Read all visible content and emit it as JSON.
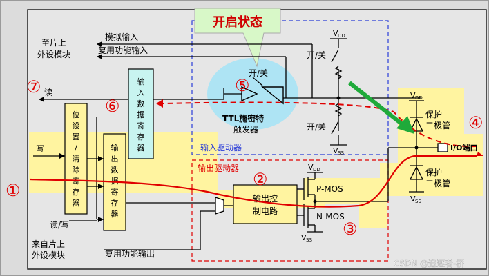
{
  "callout": {
    "text": "开启状态"
  },
  "labels": {
    "analog_input": "模拟输入",
    "alt_func_input": "复用功能输入",
    "alt_func_output": "复用功能输出",
    "from_peripheral_top_1": "至片上",
    "from_peripheral_top_2": "外设模块",
    "from_peripheral_bottom_1": "来自片上",
    "from_peripheral_bottom_2": "外设模块",
    "read": "读",
    "write": "写",
    "read_write": "读/写",
    "switch_top": "开/关",
    "switch_right_top": "开/关",
    "switch_right_bottom": "开/关",
    "ttl_1": "TTL施密特",
    "ttl_2": "触发器",
    "input_driver": "输入驱动器",
    "output_driver": "输出驱动器",
    "input_data_register": [
      "输",
      "入",
      "数",
      "据",
      "寄",
      "存",
      "器"
    ],
    "output_data_register": [
      "输",
      "出",
      "数",
      "据",
      "寄",
      "存",
      "器"
    ],
    "bitset_register": [
      "位",
      "设",
      "置",
      "/",
      "清",
      "除",
      "寄",
      "存",
      "器"
    ],
    "output_control_1": "输出控",
    "output_control_2": "制电路",
    "pmos": "P-MOS",
    "nmos": "N-MOS",
    "protect_diode_top_1": "保护",
    "protect_diode_top_2": "二极管",
    "protect_diode_bottom_1": "保护",
    "protect_diode_bottom_2": "二极管",
    "io_pin": "I/O端口",
    "vdd_main": "V",
    "dd_sub": "DD",
    "ss_sub": "SS"
  },
  "markers": {
    "m1": "①",
    "m2": "②",
    "m3": "③",
    "m4": "④",
    "m5": "⑤",
    "m6": "⑥",
    "m7": "⑦"
  },
  "watermark": "CSDN @追逐者-桥",
  "colors": {
    "highlight": "#fff4a0",
    "cyan_box": "#c8f4f0",
    "bubble": "#aee4f4",
    "callout_bg": "#d8f8c8",
    "red": "#e00000",
    "blue_dash": "#2a3cd8",
    "green_arrow": "#1faa3a"
  }
}
